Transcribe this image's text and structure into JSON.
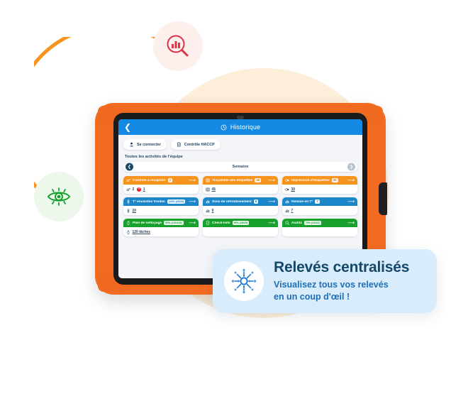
{
  "app": {
    "header": {
      "back_icon": "chevron-left-icon",
      "history_icon": "history-clock-icon",
      "title": "Historique"
    },
    "pills": [
      {
        "icon": "user-icon",
        "label": "Se connecter"
      },
      {
        "icon": "clipboard-check-icon",
        "label": "Contrôle HACCP"
      }
    ],
    "section_label": "Toutes les activités de l'équipe",
    "week_selector": {
      "prev_icon": "chevron-left-icon",
      "label": "Semaine",
      "next_icon": "chevron-right-icon"
    },
    "cards": [
      {
        "title": "Contrôle à réception",
        "badge": "2",
        "color": "orange",
        "icon": "delivery-box-icon",
        "arrow_icon": "arrow-right-icon",
        "stats": [
          {
            "icon": "delivery-box-icon",
            "value": "2",
            "type": "plain"
          },
          {
            "icon": "error-icon",
            "value": "1",
            "type": "error"
          }
        ]
      },
      {
        "title": "Traçabilité des étiquettes",
        "badge": "45",
        "color": "orange",
        "icon": "labels-icon",
        "arrow_icon": "arrow-right-icon",
        "stats": [
          {
            "icon": "labels-icon",
            "value": "45",
            "type": "link"
          }
        ]
      },
      {
        "title": "Impression d'étiquettes",
        "badge": "30",
        "color": "orange",
        "icon": "printer-label-icon",
        "arrow_icon": "arrow-right-icon",
        "stats": [
          {
            "icon": "printer-label-icon",
            "value": "30",
            "type": "link"
          }
        ]
      },
      {
        "title": "T° enceintes froides",
        "badge": "100% (20/20)",
        "color": "blue",
        "icon": "thermometer-icon",
        "arrow_icon": "arrow-right-icon",
        "stats": [
          {
            "icon": "thermometer-icon",
            "value": "20",
            "type": "link"
          }
        ]
      },
      {
        "title": "Suivi de refroidissement",
        "badge": "9",
        "color": "blue",
        "icon": "chart-bars-icon",
        "arrow_icon": "arrow-right-icon",
        "stats": [
          {
            "icon": "chart-bars-icon",
            "value": "9",
            "type": "link"
          }
        ]
      },
      {
        "title": "Remise en T°",
        "badge": "7",
        "color": "blue",
        "icon": "chart-bars-icon",
        "arrow_icon": "arrow-right-icon",
        "stats": [
          {
            "icon": "chart-bars-icon",
            "value": "7",
            "type": "link"
          }
        ]
      },
      {
        "title": "Plan de nettoyage",
        "badge": "93% (120/130)",
        "color": "green",
        "icon": "spray-bottle-icon",
        "arrow_icon": "arrow-right-icon",
        "stats": [
          {
            "icon": "spray-bottle-icon",
            "value": "120 tâches",
            "type": "link"
          }
        ]
      },
      {
        "title": "Check-lists",
        "badge": "90% (18/20)",
        "color": "green",
        "icon": "checklist-icon",
        "arrow_icon": "arrow-right-icon",
        "stats": []
      },
      {
        "title": "Audits",
        "badge": "75% (24/32)",
        "color": "green",
        "icon": "magnifier-icon",
        "arrow_icon": "arrow-right-icon",
        "stats": []
      }
    ]
  },
  "callout": {
    "icon": "network-hub-icon",
    "title": "Relevés centralisés",
    "subtitle": "Visualisez tous vos relevés\nen un coup d'œil !"
  },
  "floating_badges": [
    {
      "icon": "chart-magnifier-icon",
      "accent": "#d9344a",
      "bg": "#fdf0ec"
    },
    {
      "icon": "eye-icon",
      "accent": "#17a02c",
      "bg": "#edf7ec"
    }
  ],
  "decor": {
    "arc_color": "#f7941e",
    "blob_color": "#fdeed9",
    "case_color": "#f26b21",
    "header_blue": "#1389e3"
  }
}
